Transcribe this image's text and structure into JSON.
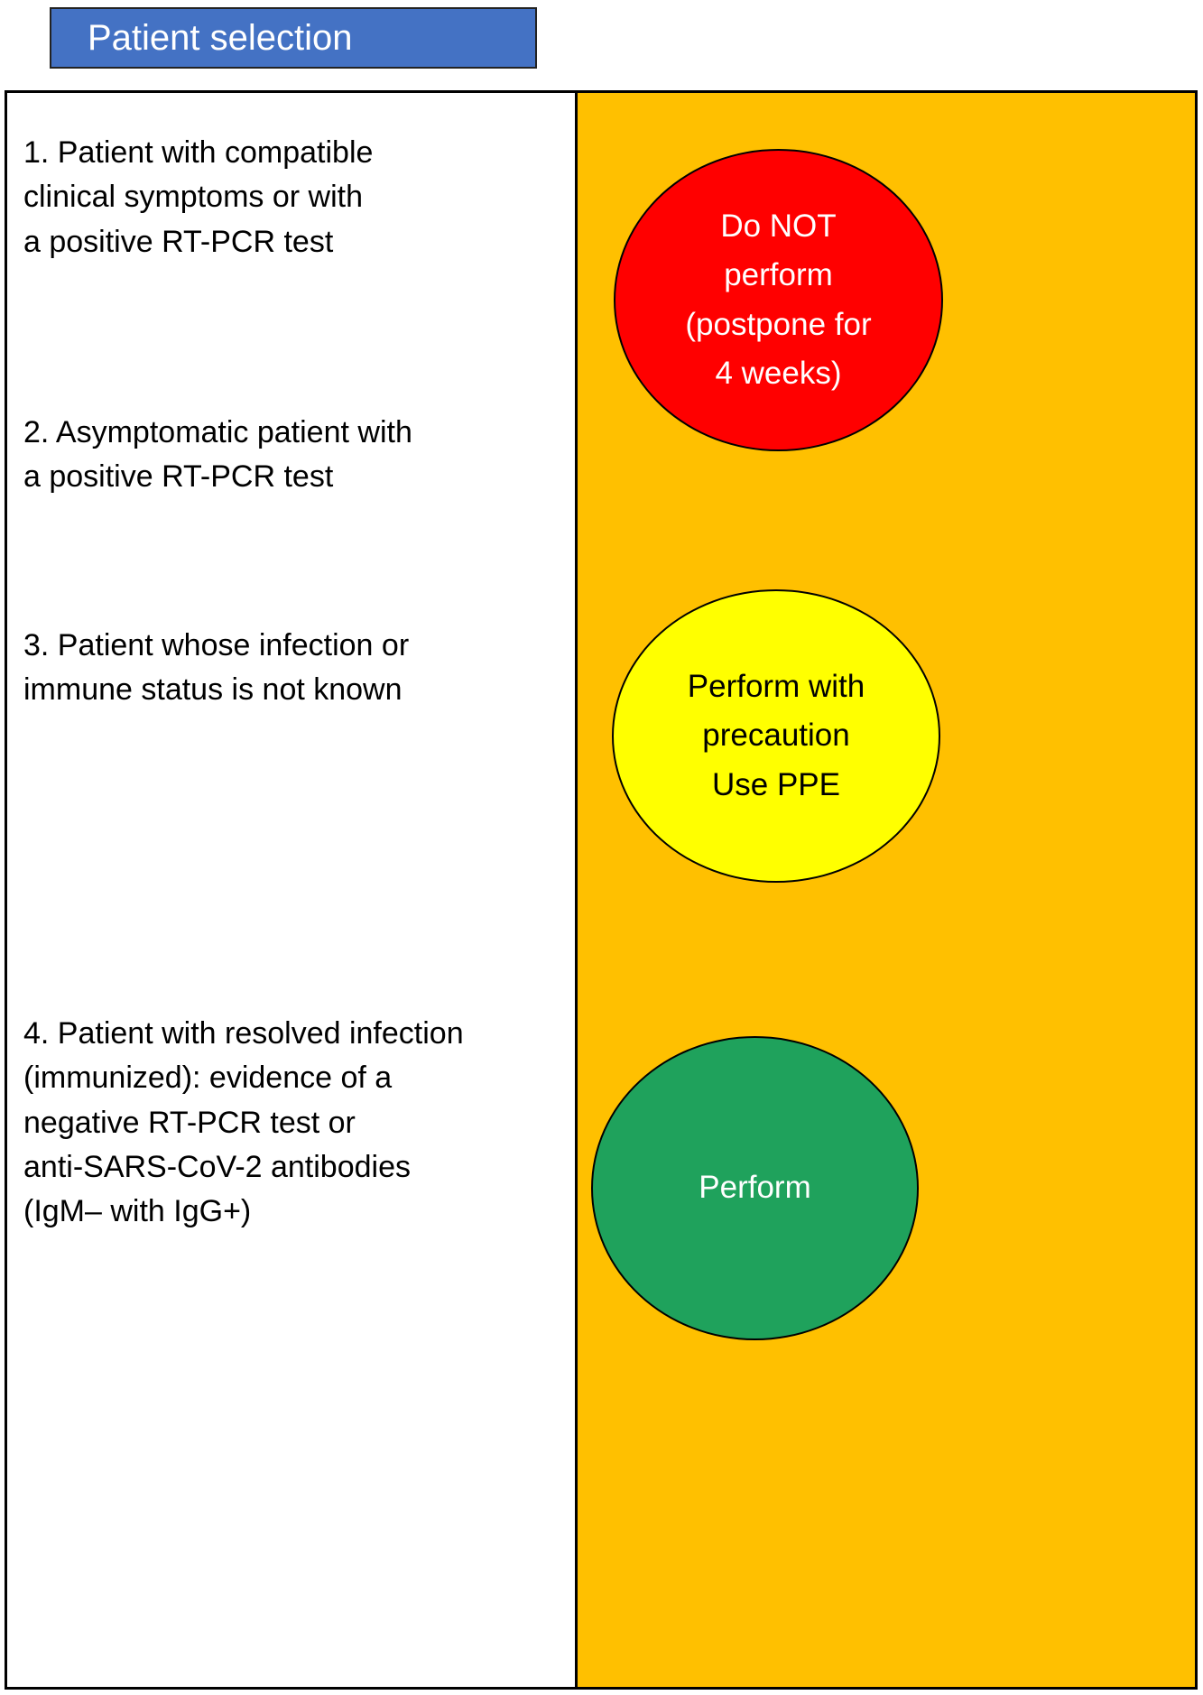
{
  "header": {
    "title": "Patient selection"
  },
  "criteria": [
    {
      "text": "1. Patient with compatible\n clinical symptoms or with\na positive RT-PCR test"
    },
    {
      "text": "2. Asymptomatic patient with\n a positive RT-PCR test"
    },
    {
      "text": "3. Patient whose infection or\n immune status is not known"
    },
    {
      "text": "4. Patient with resolved infection\n (immunized): evidence of a\nnegative RT-PCR test or\n anti-SARS-CoV-2 antibodies\n (IgM– with IgG+)"
    }
  ],
  "lights": {
    "red": {
      "label": "Do NOT\nperform\n(postpone for\n4 weeks)"
    },
    "yellow": {
      "label": "Perform with\nprecaution\nUse PPE"
    },
    "green": {
      "label": "Perform"
    }
  },
  "colors": {
    "header_blue": "#4472C4",
    "panel_orange": "#FFC000",
    "red_light": "#FF0000",
    "yellow_light": "#FFFF00",
    "green_light": "#1FA25C"
  }
}
